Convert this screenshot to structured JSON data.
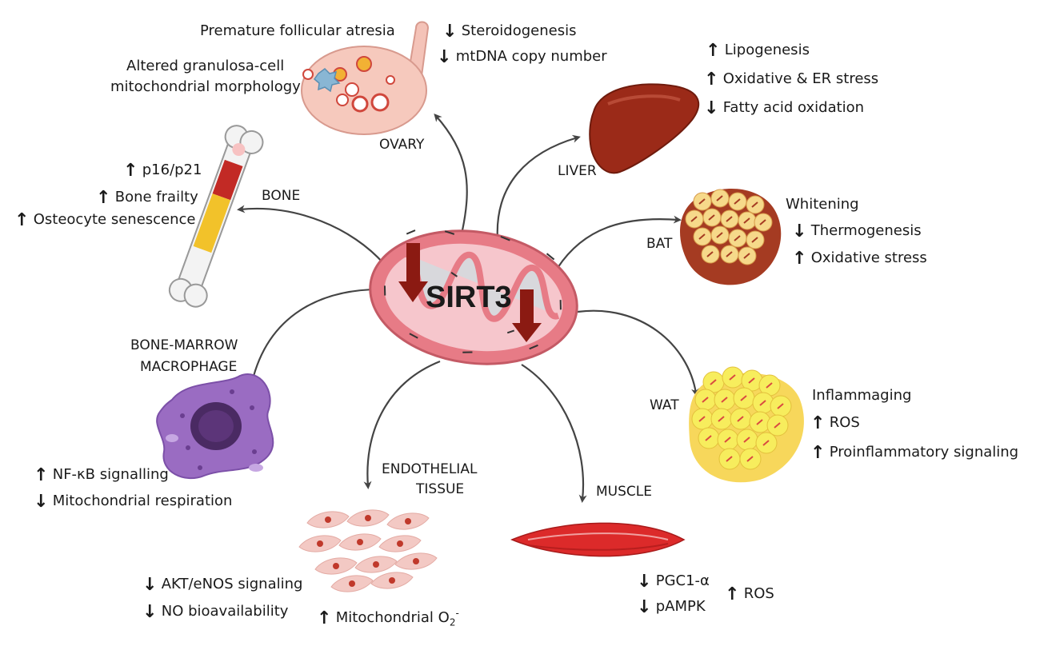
{
  "center": {
    "label": "SIRT3"
  },
  "organs": {
    "ovary": "OVARY",
    "liver": "LIVER",
    "bone": "BONE",
    "bat": "BAT",
    "bone_marrow_1": "BONE-MARROW",
    "bone_marrow_2": "MACROPHAGE",
    "wat": "WAT",
    "endothelial_1": "ENDOTHELIAL",
    "endothelial_2": "TISSUE",
    "muscle": "MUSCLE"
  },
  "arrows": {
    "up": "↑",
    "down": "↓"
  },
  "effects": {
    "ovary": {
      "atresia": "Premature follicular atresia",
      "granulosa_1": "Altered granulosa-cell",
      "granulosa_2": "mitochondrial morphology",
      "steroidogenesis": "Steroidogenesis",
      "mtdna": "mtDNA copy number"
    },
    "liver": {
      "lipogenesis": "Lipogenesis",
      "stress": "Oxidative & ER stress",
      "fao": "Fatty acid oxidation"
    },
    "bone": {
      "p16": "p16/p21",
      "frailty": "Bone frailty",
      "senescence": "Osteocyte senescence"
    },
    "bat": {
      "whitening": "Whitening",
      "thermogenesis": "Thermogenesis",
      "oxstress": "Oxidative stress"
    },
    "bone_marrow": {
      "nfkb": "NF-κB signalling",
      "resp": "Mitochondrial respiration"
    },
    "wat": {
      "inflammaging": "Inflammaging",
      "ros": "ROS",
      "proinflam": "Proinflammatory signaling"
    },
    "endothelial": {
      "akt": "AKT/eNOS signaling",
      "no": "NO bioavailability",
      "mito_o2": "Mitochondrial O",
      "sub": "2",
      "sup": "-"
    },
    "muscle": {
      "pgc": "PGC1-α",
      "pampk": "pAMPK",
      "ros": "ROS"
    }
  },
  "colors": {
    "mito_outer": "#e77b86",
    "mito_inner": "#f6c6cc",
    "sirt3_arrow": "#8b1a12",
    "liver": "#9b2a18",
    "bat_bg": "#a53b22",
    "fat_cell": "#f6d98a",
    "wat_cell": "#f7ed5d",
    "macrophage": "#9a6cc2",
    "muscle": "#dc2a2a",
    "arrow": "#444444"
  }
}
